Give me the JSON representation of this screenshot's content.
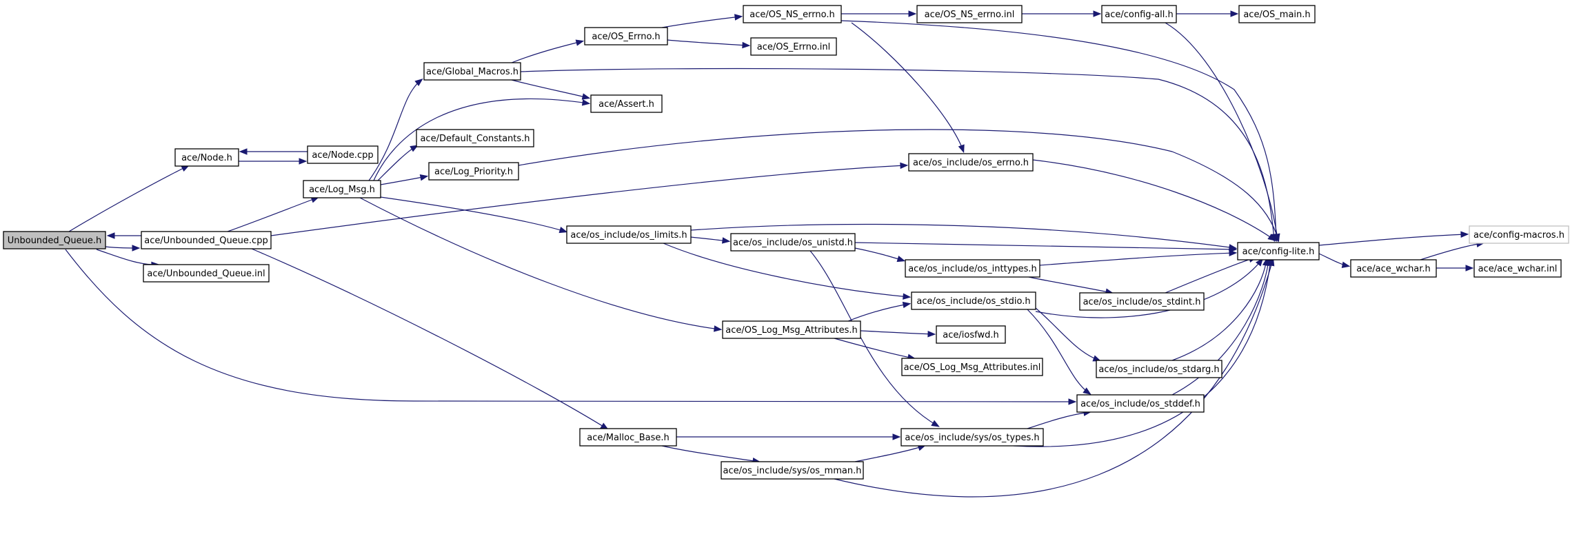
{
  "colors": {
    "edge": "#191970",
    "root_fill": "#bfbfbf",
    "node_border": "#000000",
    "external_border": "#bfbfbf"
  },
  "nodes": [
    {
      "id": "uq_h",
      "label": "Unbounded_Queue.h",
      "style": "root"
    },
    {
      "id": "uq_cpp",
      "label": "ace/Unbounded_Queue.cpp"
    },
    {
      "id": "uq_inl",
      "label": "ace/Unbounded_Queue.inl"
    },
    {
      "id": "node_h",
      "label": "ace/Node.h"
    },
    {
      "id": "node_cpp",
      "label": "ace/Node.cpp"
    },
    {
      "id": "log_msg",
      "label": "ace/Log_Msg.h"
    },
    {
      "id": "global_macros",
      "label": "ace/Global_Macros.h"
    },
    {
      "id": "default_constants",
      "label": "ace/Default_Constants.h"
    },
    {
      "id": "log_priority",
      "label": "ace/Log_Priority.h"
    },
    {
      "id": "os_errno",
      "label": "ace/OS_Errno.h"
    },
    {
      "id": "os_errno_inl",
      "label": "ace/OS_Errno.inl"
    },
    {
      "id": "assert_h",
      "label": "ace/Assert.h"
    },
    {
      "id": "os_ns_errno",
      "label": "ace/OS_NS_errno.h"
    },
    {
      "id": "os_ns_errno_inl",
      "label": "ace/OS_NS_errno.inl"
    },
    {
      "id": "config_all",
      "label": "ace/config-all.h"
    },
    {
      "id": "os_main",
      "label": "ace/OS_main.h"
    },
    {
      "id": "os_include_errno",
      "label": "ace/os_include/os_errno.h"
    },
    {
      "id": "os_limits",
      "label": "ace/os_include/os_limits.h"
    },
    {
      "id": "os_unistd",
      "label": "ace/os_include/os_unistd.h"
    },
    {
      "id": "os_inttypes",
      "label": "ace/os_include/os_inttypes.h"
    },
    {
      "id": "os_stdint",
      "label": "ace/os_include/os_stdint.h"
    },
    {
      "id": "os_stdio",
      "label": "ace/os_include/os_stdio.h"
    },
    {
      "id": "os_log_msg_attr",
      "label": "ace/OS_Log_Msg_Attributes.h"
    },
    {
      "id": "iosfwd",
      "label": "ace/iosfwd.h"
    },
    {
      "id": "os_log_msg_attr_inl",
      "label": "ace/OS_Log_Msg_Attributes.inl"
    },
    {
      "id": "os_stdarg",
      "label": "ace/os_include/os_stdarg.h"
    },
    {
      "id": "os_stddef",
      "label": "ace/os_include/os_stddef.h"
    },
    {
      "id": "malloc_base",
      "label": "ace/Malloc_Base.h"
    },
    {
      "id": "sys_os_types",
      "label": "ace/os_include/sys/os_types.h"
    },
    {
      "id": "sys_os_mman",
      "label": "ace/os_include/sys/os_mman.h"
    },
    {
      "id": "config_lite",
      "label": "ace/config-lite.h"
    },
    {
      "id": "config_macros",
      "label": "ace/config-macros.h",
      "style": "external"
    },
    {
      "id": "ace_wchar",
      "label": "ace/ace_wchar.h"
    },
    {
      "id": "ace_wchar_inl",
      "label": "ace/ace_wchar.inl"
    }
  ],
  "edges": [
    [
      "uq_h",
      "node_h"
    ],
    [
      "uq_h",
      "uq_cpp"
    ],
    [
      "uq_h",
      "uq_inl"
    ],
    [
      "uq_h",
      "os_stddef"
    ],
    [
      "uq_cpp",
      "uq_h"
    ],
    [
      "uq_cpp",
      "log_msg"
    ],
    [
      "uq_cpp",
      "os_include_errno"
    ],
    [
      "uq_cpp",
      "malloc_base"
    ],
    [
      "node_h",
      "node_cpp"
    ],
    [
      "node_cpp",
      "node_h"
    ],
    [
      "log_msg",
      "global_macros"
    ],
    [
      "log_msg",
      "default_constants"
    ],
    [
      "log_msg",
      "log_priority"
    ],
    [
      "log_msg",
      "assert_h"
    ],
    [
      "log_msg",
      "os_limits"
    ],
    [
      "log_msg",
      "os_log_msg_attr"
    ],
    [
      "global_macros",
      "os_errno"
    ],
    [
      "global_macros",
      "assert_h"
    ],
    [
      "global_macros",
      "config_lite"
    ],
    [
      "os_errno",
      "os_ns_errno"
    ],
    [
      "os_errno",
      "os_errno_inl"
    ],
    [
      "os_ns_errno",
      "os_ns_errno_inl"
    ],
    [
      "os_ns_errno",
      "os_include_errno"
    ],
    [
      "os_ns_errno",
      "config_lite"
    ],
    [
      "os_ns_errno_inl",
      "config_all"
    ],
    [
      "config_all",
      "os_main"
    ],
    [
      "config_all",
      "config_lite"
    ],
    [
      "log_priority",
      "config_lite"
    ],
    [
      "os_include_errno",
      "config_lite"
    ],
    [
      "os_limits",
      "os_unistd"
    ],
    [
      "os_limits",
      "config_lite"
    ],
    [
      "os_limits",
      "os_stdio"
    ],
    [
      "os_unistd",
      "os_inttypes"
    ],
    [
      "os_unistd",
      "config_lite"
    ],
    [
      "os_unistd",
      "sys_os_types"
    ],
    [
      "os_inttypes",
      "os_stdint"
    ],
    [
      "os_inttypes",
      "config_lite"
    ],
    [
      "os_stdint",
      "config_lite"
    ],
    [
      "os_stdio",
      "os_stdarg"
    ],
    [
      "os_stdio",
      "os_stddef"
    ],
    [
      "os_stdio",
      "config_lite"
    ],
    [
      "os_log_msg_attr",
      "os_stdio"
    ],
    [
      "os_log_msg_attr",
      "iosfwd"
    ],
    [
      "os_log_msg_attr",
      "os_log_msg_attr_inl"
    ],
    [
      "os_stdarg",
      "config_lite"
    ],
    [
      "os_stddef",
      "config_lite"
    ],
    [
      "malloc_base",
      "sys_os_types"
    ],
    [
      "malloc_base",
      "sys_os_mman"
    ],
    [
      "sys_os_mman",
      "sys_os_types"
    ],
    [
      "sys_os_mman",
      "config_lite"
    ],
    [
      "sys_os_types",
      "os_stddef"
    ],
    [
      "sys_os_types",
      "config_lite"
    ],
    [
      "config_lite",
      "config_macros"
    ],
    [
      "config_lite",
      "ace_wchar"
    ],
    [
      "ace_wchar",
      "config_macros"
    ],
    [
      "ace_wchar",
      "ace_wchar_inl"
    ]
  ]
}
